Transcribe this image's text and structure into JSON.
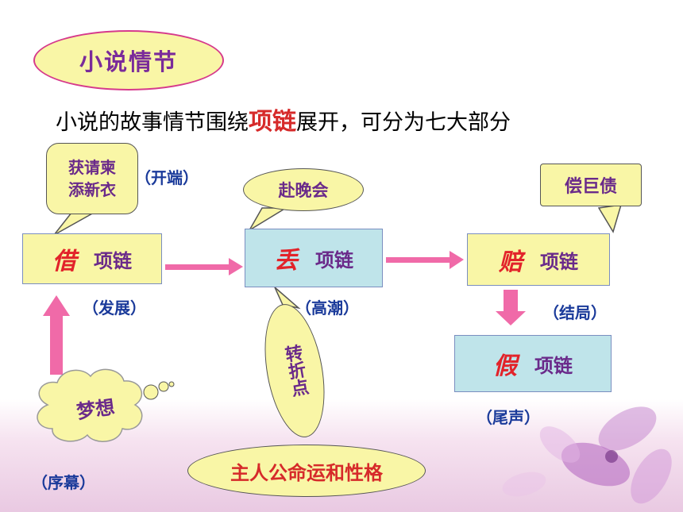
{
  "title": "小说情节",
  "subtitle": {
    "before": "小说的故事情节围绕",
    "highlight": "项链",
    "after": "展开，可分为七大部分"
  },
  "boxes": {
    "borrow": {
      "verb": "借",
      "noun": "项链"
    },
    "lose": {
      "verb": "丢",
      "noun": "项链"
    },
    "pay": {
      "verb": "赔",
      "noun": "项链"
    },
    "fake": {
      "verb": "假",
      "noun": "项链"
    }
  },
  "stages": {
    "beginning": "（开端）",
    "development": "（发展）",
    "climax": "（高潮）",
    "ending": "（结局）",
    "epilogue": "（尾声）",
    "prologue": "（序幕）"
  },
  "bubbles": {
    "invitation": "获请柬\n添新衣",
    "ball": "赴晚会",
    "debt": "偿巨债",
    "dream": "梦想",
    "turning_point": "转折点",
    "fate": "主人公命运和性格"
  },
  "colors": {
    "arrow_pink": "#f06aa8",
    "verb_red": "#e2232a",
    "text_purple": "#6a2a8a",
    "stage_blue": "#1a3a9a",
    "yellow_fill": "#f9f6a6",
    "blue_fill": "#bfe4ea"
  }
}
